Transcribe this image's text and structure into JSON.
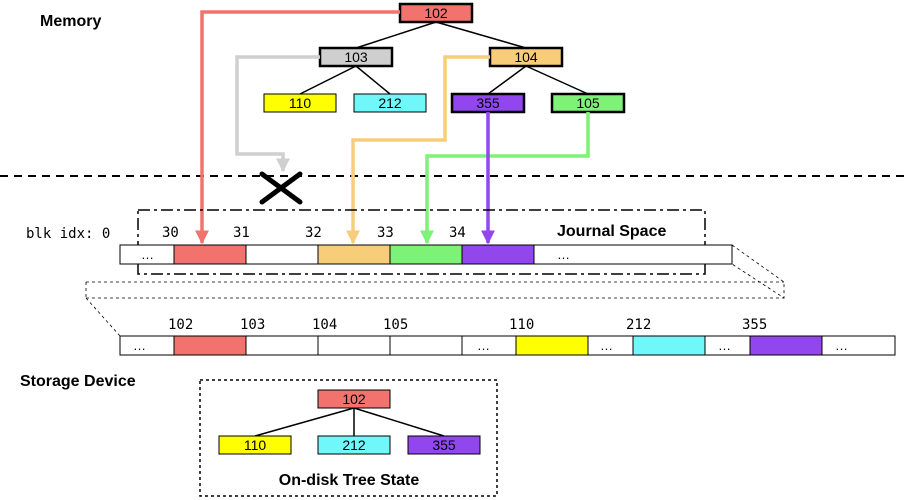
{
  "labels": {
    "memory": "Memory",
    "storage_device": "Storage Device",
    "journal_space": "Journal Space",
    "blk_idx": "blk idx: 0",
    "ondisk_tree_state": "On-disk Tree State",
    "ellipsis": "…"
  },
  "memory_tree": {
    "root": "102",
    "level1": [
      "103",
      "104"
    ],
    "leaves_103": [
      "110",
      "212"
    ],
    "leaves_104": [
      "355",
      "105"
    ]
  },
  "journal": {
    "indices": [
      "30",
      "31",
      "32",
      "33",
      "34"
    ]
  },
  "storage": {
    "block_labels": [
      "102",
      "103",
      "104",
      "105",
      "110",
      "212",
      "355"
    ]
  },
  "ondisk_tree": {
    "root": "102",
    "children": [
      "110",
      "212",
      "355"
    ]
  },
  "colors": {
    "red": "#f2736e",
    "gray": "#cfcfcf",
    "orange": "#f8cd7a",
    "purple": "#9146ee",
    "green": "#7ef276",
    "yellow": "#ffff00",
    "cyan": "#6ff7fa"
  }
}
